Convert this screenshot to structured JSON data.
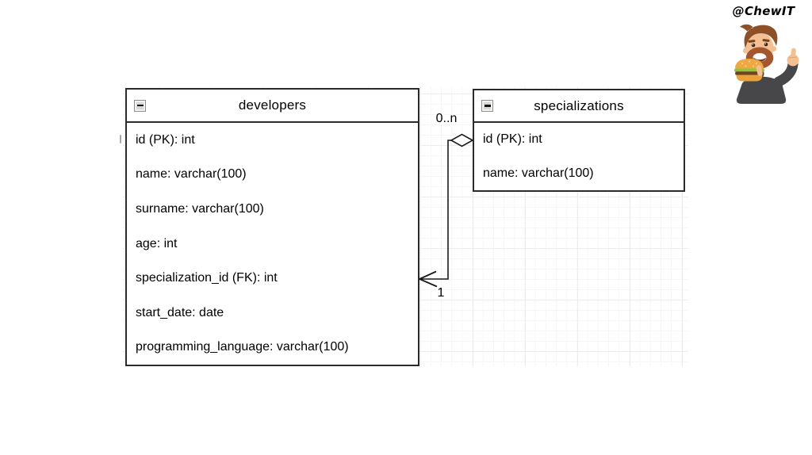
{
  "watermark": {
    "handle": "@ChewIT"
  },
  "mascot": {
    "description": "Cartoon bearded man smiling, holding a burger and giving a thumbs up",
    "colors": {
      "skin": "#f3c094",
      "hair": "#8e5127",
      "beard": "#a4562c",
      "sweater": "#47474a",
      "bun": "#f0a843",
      "lettuce": "#8dc63f",
      "patty": "#6f4422",
      "smile": "#ffffff"
    }
  },
  "diagram": {
    "canvas": {
      "grid_minor_color": "#f6f6f6",
      "grid_major_color": "#ececec",
      "background": "#ffffff"
    },
    "entities": [
      {
        "title": "developers",
        "rows": [
          "id (PK): int",
          "name: varchar(100)",
          "surname: varchar(100)",
          "age: int",
          "specialization_id (FK): int",
          "start_date: date",
          "programming_language: varchar(100)"
        ]
      },
      {
        "title": "specializations",
        "rows": [
          "id (PK): int",
          "name: varchar(100)"
        ]
      }
    ],
    "relationship": {
      "from": "developers",
      "to": "specializations",
      "from_multiplicity": "1",
      "to_multiplicity": "0..n"
    },
    "icons": {
      "collapse": "minus"
    },
    "colors": {
      "entity_border": "#2b2b2b",
      "connector_line": "#1a1a1a",
      "text": "#000000"
    }
  }
}
